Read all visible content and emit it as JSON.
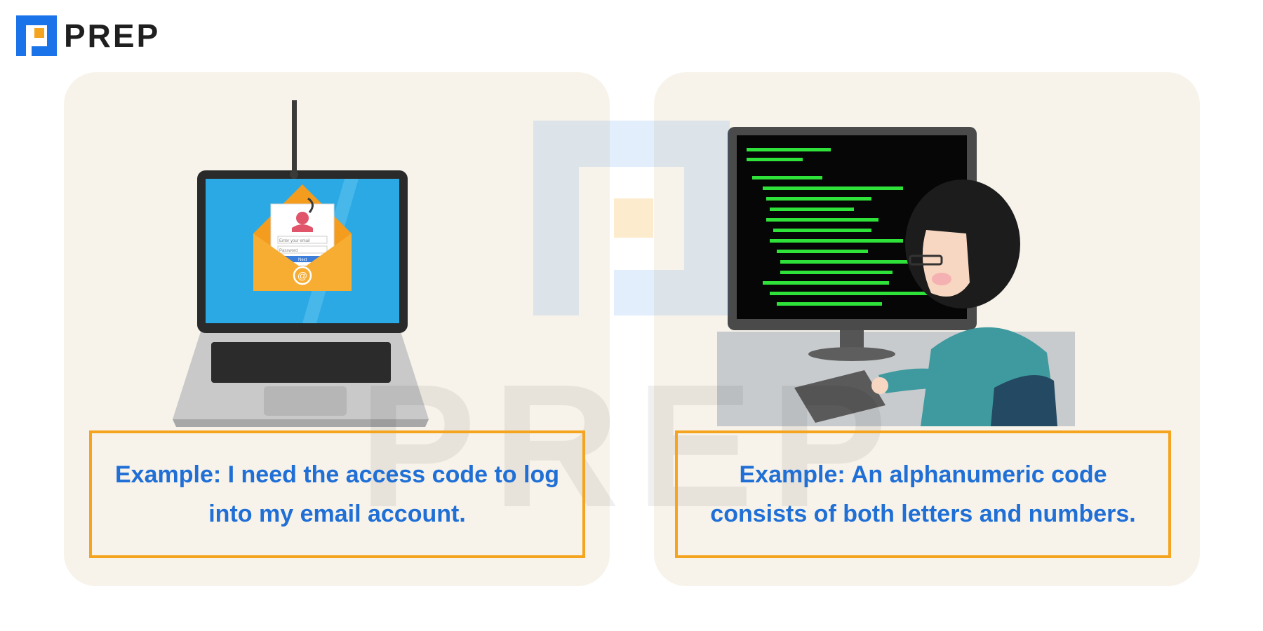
{
  "brand": {
    "logo_text": "PREP",
    "accent": "#1a73e8"
  },
  "colors": {
    "panel_bg": "#f7f3ea",
    "caption_border": "#f5a41f",
    "caption_text": "#1f6fd6",
    "code_green": "#2fe23a"
  },
  "panels": [
    {
      "illustration": "phishing-laptop-illustration",
      "screen_fields": {
        "email_placeholder": "Enter your email",
        "password_placeholder": "Password",
        "button_label": "Next"
      },
      "caption": "Example: I need the access code to log into my email account."
    },
    {
      "illustration": "programmer-computer-illustration",
      "caption": "Example: An alphanumeric code consists of both letters and numbers."
    }
  ],
  "watermark": {
    "text": "PREP"
  }
}
